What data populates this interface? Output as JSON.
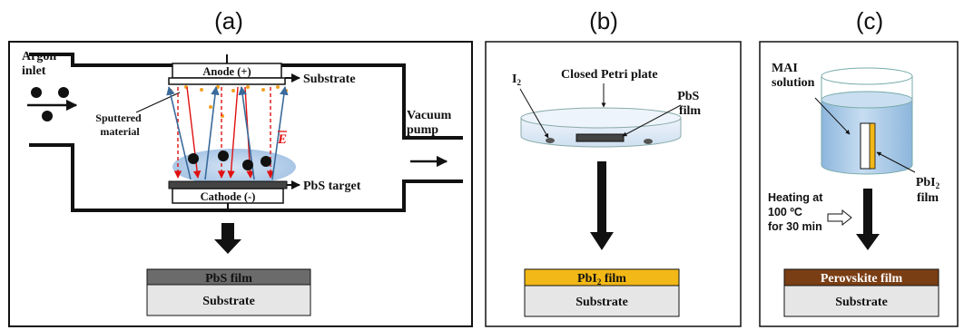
{
  "panels": {
    "a": {
      "title": "(a)",
      "argon_inlet": [
        "Argon",
        "inlet"
      ],
      "anode": "Anode (+)",
      "substrate_label": "Substrate",
      "sputtered_material": [
        "Sputtered",
        "material"
      ],
      "efield": "E",
      "vacuum_pump": [
        "Vacuum",
        "pump"
      ],
      "cathode": "Cathode (-)",
      "target": "PbS target",
      "film": "PbS film",
      "substrate": "Substrate"
    },
    "b": {
      "title": "(b)",
      "iodine": "I",
      "iodine_sub": "2",
      "petri": "Closed Petri plate",
      "pbs_film": [
        "PbS",
        "film"
      ],
      "film": "PbI",
      "film_sub": "2",
      "film_suffix": " film",
      "substrate": "Substrate"
    },
    "c": {
      "title": "(c)",
      "mai_solution": [
        "MAI",
        "solution"
      ],
      "pbi2_film_main": "PbI",
      "pbi2_film_sub": "2",
      "pbi2_film_word": "film",
      "heating": [
        "Heating at",
        "100 ºC",
        "for 30 min"
      ],
      "film": "Perovskite film",
      "substrate": "Substrate"
    }
  },
  "colors": {
    "pbs_film": "#6b6b6b",
    "pbi2_film": "#f2b817",
    "perovskite_film": "#7a3e14",
    "substrate": "#e6e6e6",
    "plasma": "#bcd3ec",
    "efield": "#e01010",
    "ion_arrow": "#3a6a9a",
    "sputter_dot": "#f0a020",
    "solution": "#a9cbe8"
  }
}
